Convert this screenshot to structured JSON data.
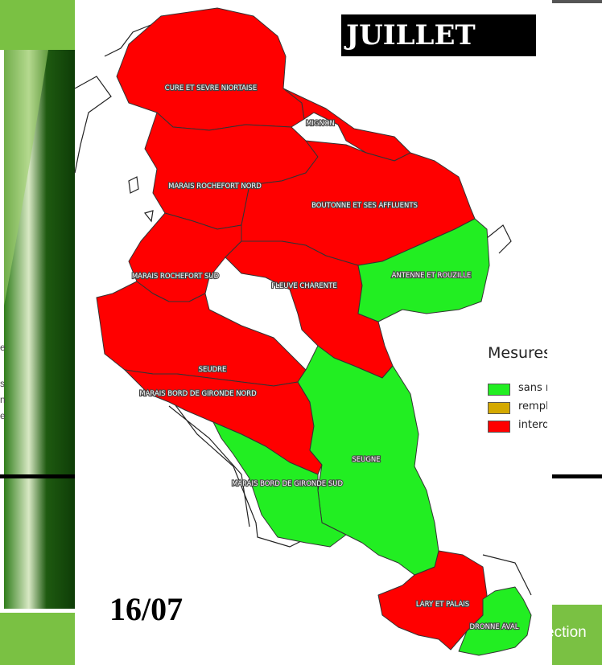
{
  "slide": {
    "month_title": "JUILLET",
    "date": "16/07",
    "footer_text": "ection",
    "colors": {
      "accent_green": "#7ac143",
      "dark_green": "#1f5e12",
      "restriction_red": "#ff0000",
      "no_restriction_green": "#22ee22",
      "limitation_yellow": "#d4a900",
      "title_background": "#000000"
    },
    "left_partial_text": [
      "e",
      "s",
      "n",
      "e"
    ]
  },
  "legend": {
    "title": "Mesures",
    "items": [
      {
        "label": "sans r",
        "color": "#22ee22"
      },
      {
        "label": "rempl",
        "color": "#d4a900"
      },
      {
        "label": "interd",
        "color": "#ff0000"
      }
    ]
  },
  "zones": [
    {
      "id": "curee",
      "label": "CURE ET SEVRE NIORTAISE",
      "status": "interdiction",
      "color": "#ff0000"
    },
    {
      "id": "mignon",
      "label": "MIGNON",
      "status": "interdiction",
      "color": "#ff0000"
    },
    {
      "id": "mrn",
      "label": "MARAIS ROCHEFORT NORD",
      "status": "interdiction",
      "color": "#ff0000"
    },
    {
      "id": "boutonne",
      "label": "BOUTONNE ET SES AFFLUENTS",
      "status": "interdiction",
      "color": "#ff0000"
    },
    {
      "id": "antenne",
      "label": "ANTENNE ET ROUZILLE",
      "status": "sans restriction",
      "color": "#22ee22"
    },
    {
      "id": "mrs",
      "label": "MARAIS ROCHEFORT SUD",
      "status": "interdiction",
      "color": "#ff0000"
    },
    {
      "id": "fleuve",
      "label": "FLEUVE CHARENTE",
      "status": "interdiction",
      "color": "#ff0000"
    },
    {
      "id": "seudre",
      "label": "SEUDRE",
      "status": "interdiction",
      "color": "#ff0000"
    },
    {
      "id": "mbgn",
      "label": "MARAIS BORD DE GIRONDE NORD",
      "status": "interdiction",
      "color": "#ff0000"
    },
    {
      "id": "seugne",
      "label": "SEUGNE",
      "status": "sans restriction",
      "color": "#22ee22"
    },
    {
      "id": "mbgs",
      "label": "MARAIS BORD DE GIRONDE SUD",
      "status": "sans restriction",
      "color": "#22ee22"
    },
    {
      "id": "lary",
      "label": "LARY ET PALAIS",
      "status": "interdiction",
      "color": "#ff0000"
    },
    {
      "id": "dronne",
      "label": "DRONNE AVAL",
      "status": "sans restriction",
      "color": "#22ee22"
    }
  ]
}
